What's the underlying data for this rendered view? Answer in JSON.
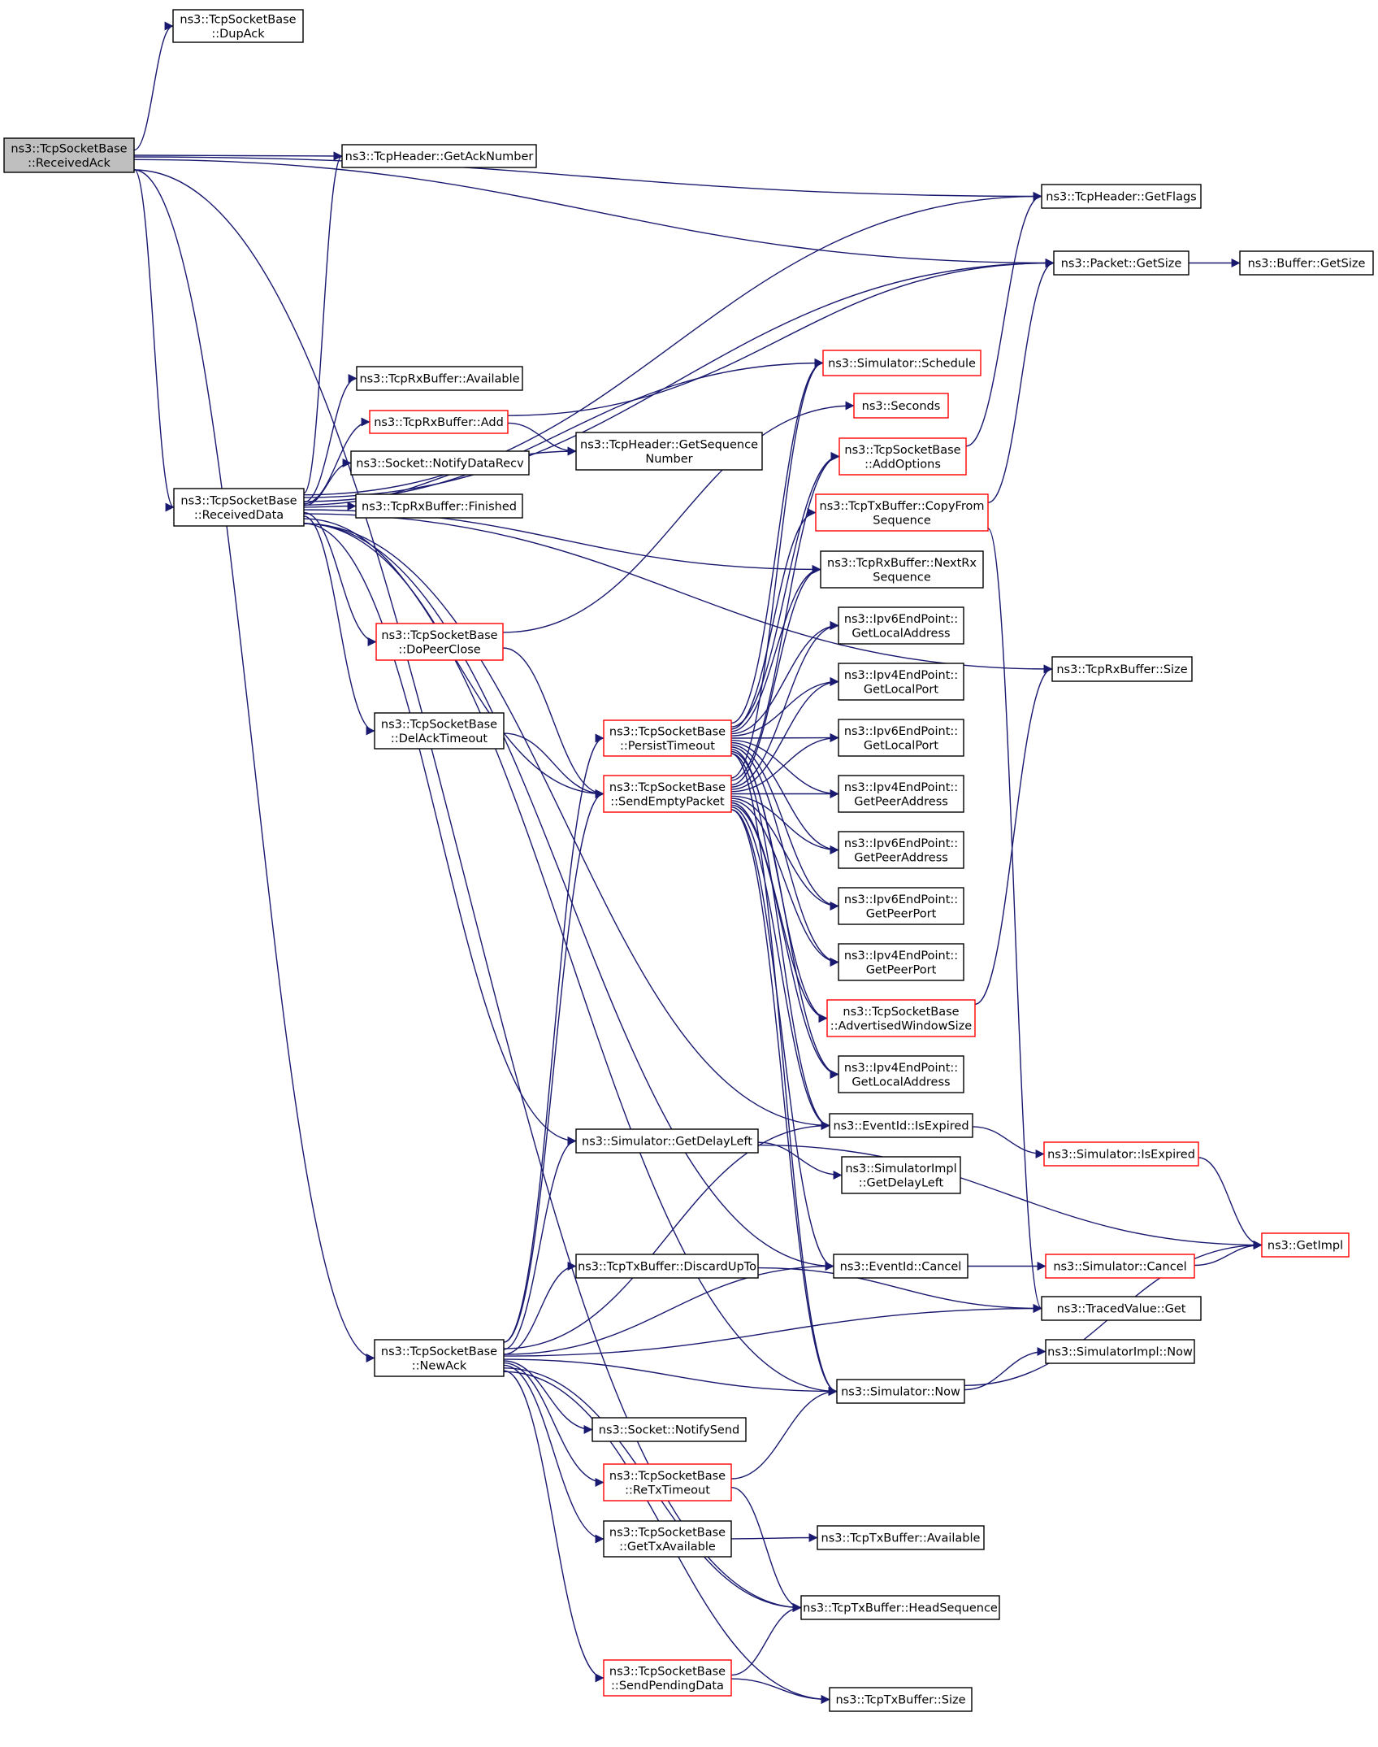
{
  "colors": {
    "edge": "#191970",
    "border_normal": "#000000",
    "border_truncated": "#ff0000",
    "root_fill": "#bfbfbf",
    "node_fill": "#ffffff",
    "text": "#000000"
  },
  "nodes": [
    {
      "id": "n_receivedack",
      "lines": [
        "ns3::TcpSocketBase",
        "::ReceivedAck"
      ],
      "style": "root"
    },
    {
      "id": "n_dupack",
      "lines": [
        "ns3::TcpSocketBase",
        "::DupAck"
      ],
      "style": "normal"
    },
    {
      "id": "n_getacknumber",
      "lines": [
        "ns3::TcpHeader::GetAckNumber"
      ],
      "style": "normal"
    },
    {
      "id": "n_getflags",
      "lines": [
        "ns3::TcpHeader::GetFlags"
      ],
      "style": "normal"
    },
    {
      "id": "n_packet_getsize",
      "lines": [
        "ns3::Packet::GetSize"
      ],
      "style": "normal"
    },
    {
      "id": "n_buffer_getsize",
      "lines": [
        "ns3::Buffer::GetSize"
      ],
      "style": "normal"
    },
    {
      "id": "n_schedule",
      "lines": [
        "ns3::Simulator::Schedule"
      ],
      "style": "truncated"
    },
    {
      "id": "n_rx_available",
      "lines": [
        "ns3::TcpRxBuffer::Available"
      ],
      "style": "normal"
    },
    {
      "id": "n_seconds",
      "lines": [
        "ns3::Seconds"
      ],
      "style": "truncated"
    },
    {
      "id": "n_rx_add",
      "lines": [
        "ns3::TcpRxBuffer::Add"
      ],
      "style": "truncated"
    },
    {
      "id": "n_addoptions",
      "lines": [
        "ns3::TcpSocketBase",
        "::AddOptions"
      ],
      "style": "truncated"
    },
    {
      "id": "n_getseqnum",
      "lines": [
        "ns3::TcpHeader::GetSequence",
        "Number"
      ],
      "style": "normal"
    },
    {
      "id": "n_notifydatarecv",
      "lines": [
        "ns3::Socket::NotifyDataRecv"
      ],
      "style": "normal"
    },
    {
      "id": "n_receiveddata",
      "lines": [
        "ns3::TcpSocketBase",
        "::ReceivedData"
      ],
      "style": "normal"
    },
    {
      "id": "n_rx_finished",
      "lines": [
        "ns3::TcpRxBuffer::Finished"
      ],
      "style": "normal"
    },
    {
      "id": "n_copyfromseq",
      "lines": [
        "ns3::TcpTxBuffer::CopyFrom",
        "Sequence"
      ],
      "style": "truncated"
    },
    {
      "id": "n_nextrxseq",
      "lines": [
        "ns3::TcpRxBuffer::NextRx",
        "Sequence"
      ],
      "style": "normal"
    },
    {
      "id": "n_doPeerclose",
      "lines": [
        "ns3::TcpSocketBase",
        "::DoPeerClose"
      ],
      "style": "truncated"
    },
    {
      "id": "n_ipv6_getlocaladdr",
      "lines": [
        "ns3::Ipv6EndPoint::",
        "GetLocalAddress"
      ],
      "style": "normal"
    },
    {
      "id": "n_rx_size",
      "lines": [
        "ns3::TcpRxBuffer::Size"
      ],
      "style": "normal"
    },
    {
      "id": "n_ipv4_getlocalport",
      "lines": [
        "ns3::Ipv4EndPoint::",
        "GetLocalPort"
      ],
      "style": "normal"
    },
    {
      "id": "n_delacktimeout",
      "lines": [
        "ns3::TcpSocketBase",
        "::DelAckTimeout"
      ],
      "style": "normal"
    },
    {
      "id": "n_persisttimeout",
      "lines": [
        "ns3::TcpSocketBase",
        "::PersistTimeout"
      ],
      "style": "truncated"
    },
    {
      "id": "n_ipv6_getlocalport",
      "lines": [
        "ns3::Ipv6EndPoint::",
        "GetLocalPort"
      ],
      "style": "normal"
    },
    {
      "id": "n_sendemptypacket",
      "lines": [
        "ns3::TcpSocketBase",
        "::SendEmptyPacket"
      ],
      "style": "truncated"
    },
    {
      "id": "n_ipv4_getpeeraddr",
      "lines": [
        "ns3::Ipv4EndPoint::",
        "GetPeerAddress"
      ],
      "style": "normal"
    },
    {
      "id": "n_ipv6_getpeeraddr",
      "lines": [
        "ns3::Ipv6EndPoint::",
        "GetPeerAddress"
      ],
      "style": "normal"
    },
    {
      "id": "n_ipv6_getpeerport",
      "lines": [
        "ns3::Ipv6EndPoint::",
        "GetPeerPort"
      ],
      "style": "normal"
    },
    {
      "id": "n_ipv4_getpeerport",
      "lines": [
        "ns3::Ipv4EndPoint::",
        "GetPeerPort"
      ],
      "style": "normal"
    },
    {
      "id": "n_advwinsize",
      "lines": [
        "ns3::TcpSocketBase",
        "::AdvertisedWindowSize"
      ],
      "style": "truncated"
    },
    {
      "id": "n_ipv4_getlocaladdr",
      "lines": [
        "ns3::Ipv4EndPoint::",
        "GetLocalAddress"
      ],
      "style": "normal"
    },
    {
      "id": "n_eventid_isexpired",
      "lines": [
        "ns3::EventId::IsExpired"
      ],
      "style": "normal"
    },
    {
      "id": "n_getdelayleft",
      "lines": [
        "ns3::Simulator::GetDelayLeft"
      ],
      "style": "normal"
    },
    {
      "id": "n_sim_isexpired",
      "lines": [
        "ns3::Simulator::IsExpired"
      ],
      "style": "truncated"
    },
    {
      "id": "n_simimpl_getdelayleft",
      "lines": [
        "ns3::SimulatorImpl",
        "::GetDelayLeft"
      ],
      "style": "normal"
    },
    {
      "id": "n_getimpl",
      "lines": [
        "ns3::GetImpl"
      ],
      "style": "truncated"
    },
    {
      "id": "n_discardupto",
      "lines": [
        "ns3::TcpTxBuffer::DiscardUpTo"
      ],
      "style": "normal"
    },
    {
      "id": "n_eventid_cancel",
      "lines": [
        "ns3::EventId::Cancel"
      ],
      "style": "normal"
    },
    {
      "id": "n_sim_cancel",
      "lines": [
        "ns3::Simulator::Cancel"
      ],
      "style": "truncated"
    },
    {
      "id": "n_tracedvalue_get",
      "lines": [
        "ns3::TracedValue::Get"
      ],
      "style": "normal"
    },
    {
      "id": "n_newack",
      "lines": [
        "ns3::TcpSocketBase",
        "::NewAck"
      ],
      "style": "normal"
    },
    {
      "id": "n_simimpl_now",
      "lines": [
        "ns3::SimulatorImpl::Now"
      ],
      "style": "normal"
    },
    {
      "id": "n_sim_now",
      "lines": [
        "ns3::Simulator::Now"
      ],
      "style": "normal"
    },
    {
      "id": "n_notifysend",
      "lines": [
        "ns3::Socket::NotifySend"
      ],
      "style": "normal"
    },
    {
      "id": "n_retxtimeout",
      "lines": [
        "ns3::TcpSocketBase",
        "::ReTxTimeout"
      ],
      "style": "truncated"
    },
    {
      "id": "n_gettxavailable",
      "lines": [
        "ns3::TcpSocketBase",
        "::GetTxAvailable"
      ],
      "style": "normal"
    },
    {
      "id": "n_tx_available",
      "lines": [
        "ns3::TcpTxBuffer::Available"
      ],
      "style": "normal"
    },
    {
      "id": "n_headsequence",
      "lines": [
        "ns3::TcpTxBuffer::HeadSequence"
      ],
      "style": "normal"
    },
    {
      "id": "n_sendpendingdata",
      "lines": [
        "ns3::TcpSocketBase",
        "::SendPendingData"
      ],
      "style": "truncated"
    },
    {
      "id": "n_tx_size",
      "lines": [
        "ns3::TcpTxBuffer::Size"
      ],
      "style": "normal"
    }
  ],
  "edges": [
    [
      "n_receivedack",
      "n_dupack"
    ],
    [
      "n_receivedack",
      "n_getacknumber"
    ],
    [
      "n_receivedack",
      "n_getflags"
    ],
    [
      "n_receivedack",
      "n_packet_getsize"
    ],
    [
      "n_receivedack",
      "n_receiveddata"
    ],
    [
      "n_receivedack",
      "n_newack"
    ],
    [
      "n_receivedack",
      "n_headsequence"
    ],
    [
      "n_packet_getsize",
      "n_buffer_getsize"
    ],
    [
      "n_receiveddata",
      "n_getacknumber"
    ],
    [
      "n_receiveddata",
      "n_getflags"
    ],
    [
      "n_receiveddata",
      "n_packet_getsize"
    ],
    [
      "n_receiveddata",
      "n_schedule"
    ],
    [
      "n_receiveddata",
      "n_rx_available"
    ],
    [
      "n_receiveddata",
      "n_rx_add"
    ],
    [
      "n_receiveddata",
      "n_notifydatarecv"
    ],
    [
      "n_receiveddata",
      "n_rx_finished"
    ],
    [
      "n_receiveddata",
      "n_getseqnum"
    ],
    [
      "n_receiveddata",
      "n_nextrxseq"
    ],
    [
      "n_receiveddata",
      "n_doPeerclose"
    ],
    [
      "n_receiveddata",
      "n_delacktimeout"
    ],
    [
      "n_receiveddata",
      "n_sendemptypacket"
    ],
    [
      "n_receiveddata",
      "n_eventid_isexpired"
    ],
    [
      "n_receiveddata",
      "n_getdelayleft"
    ],
    [
      "n_receiveddata",
      "n_eventid_cancel"
    ],
    [
      "n_receiveddata",
      "n_sim_now"
    ],
    [
      "n_rx_add",
      "n_packet_getsize"
    ],
    [
      "n_rx_add",
      "n_getseqnum"
    ],
    [
      "n_doPeerclose",
      "n_seconds"
    ],
    [
      "n_doPeerclose",
      "n_sendemptypacket"
    ],
    [
      "n_delacktimeout",
      "n_sendemptypacket"
    ],
    [
      "n_addoptions",
      "n_getflags"
    ],
    [
      "n_copyfromseq",
      "n_packet_getsize"
    ],
    [
      "n_copyfromseq",
      "n_tracedvalue_get"
    ],
    [
      "n_persisttimeout",
      "n_schedule"
    ],
    [
      "n_persisttimeout",
      "n_addoptions"
    ],
    [
      "n_persisttimeout",
      "n_copyfromseq"
    ],
    [
      "n_persisttimeout",
      "n_nextrxseq"
    ],
    [
      "n_persisttimeout",
      "n_ipv6_getlocaladdr"
    ],
    [
      "n_persisttimeout",
      "n_ipv4_getlocalport"
    ],
    [
      "n_persisttimeout",
      "n_ipv6_getlocalport"
    ],
    [
      "n_persisttimeout",
      "n_ipv4_getpeeraddr"
    ],
    [
      "n_persisttimeout",
      "n_ipv6_getpeeraddr"
    ],
    [
      "n_persisttimeout",
      "n_ipv6_getpeerport"
    ],
    [
      "n_persisttimeout",
      "n_ipv4_getpeerport"
    ],
    [
      "n_persisttimeout",
      "n_advwinsize"
    ],
    [
      "n_persisttimeout",
      "n_ipv4_getlocaladdr"
    ],
    [
      "n_persisttimeout",
      "n_eventid_isexpired"
    ],
    [
      "n_persisttimeout",
      "n_sim_now"
    ],
    [
      "n_sendemptypacket",
      "n_schedule"
    ],
    [
      "n_sendemptypacket",
      "n_addoptions"
    ],
    [
      "n_sendemptypacket",
      "n_nextrxseq"
    ],
    [
      "n_sendemptypacket",
      "n_ipv6_getlocaladdr"
    ],
    [
      "n_sendemptypacket",
      "n_ipv4_getlocalport"
    ],
    [
      "n_sendemptypacket",
      "n_ipv6_getlocalport"
    ],
    [
      "n_sendemptypacket",
      "n_ipv4_getpeeraddr"
    ],
    [
      "n_sendemptypacket",
      "n_ipv6_getpeeraddr"
    ],
    [
      "n_sendemptypacket",
      "n_ipv6_getpeerport"
    ],
    [
      "n_sendemptypacket",
      "n_ipv4_getpeerport"
    ],
    [
      "n_sendemptypacket",
      "n_advwinsize"
    ],
    [
      "n_sendemptypacket",
      "n_ipv4_getlocaladdr"
    ],
    [
      "n_sendemptypacket",
      "n_eventid_isexpired"
    ],
    [
      "n_sendemptypacket",
      "n_eventid_cancel"
    ],
    [
      "n_sendemptypacket",
      "n_sim_now"
    ],
    [
      "n_advwinsize",
      "n_rx_size"
    ],
    [
      "n_eventid_isexpired",
      "n_sim_isexpired"
    ],
    [
      "n_sim_isexpired",
      "n_getimpl"
    ],
    [
      "n_getdelayleft",
      "n_simimpl_getdelayleft"
    ],
    [
      "n_getdelayleft",
      "n_getimpl"
    ],
    [
      "n_eventid_cancel",
      "n_sim_cancel"
    ],
    [
      "n_sim_cancel",
      "n_getimpl"
    ],
    [
      "n_discardupto",
      "n_tracedvalue_get"
    ],
    [
      "n_sim_now",
      "n_simimpl_now"
    ],
    [
      "n_sim_now",
      "n_getimpl"
    ],
    [
      "n_newack",
      "n_persisttimeout"
    ],
    [
      "n_newack",
      "n_sendemptypacket"
    ],
    [
      "n_newack",
      "n_eventid_isexpired"
    ],
    [
      "n_newack",
      "n_getdelayleft"
    ],
    [
      "n_newack",
      "n_discardupto"
    ],
    [
      "n_newack",
      "n_eventid_cancel"
    ],
    [
      "n_newack",
      "n_tracedvalue_get"
    ],
    [
      "n_newack",
      "n_sim_now"
    ],
    [
      "n_newack",
      "n_notifysend"
    ],
    [
      "n_newack",
      "n_retxtimeout"
    ],
    [
      "n_newack",
      "n_gettxavailable"
    ],
    [
      "n_newack",
      "n_headsequence"
    ],
    [
      "n_newack",
      "n_sendpendingdata"
    ],
    [
      "n_newack",
      "n_tx_size"
    ],
    [
      "n_retxtimeout",
      "n_sim_now"
    ],
    [
      "n_retxtimeout",
      "n_headsequence"
    ],
    [
      "n_gettxavailable",
      "n_tx_available"
    ],
    [
      "n_sendpendingdata",
      "n_headsequence"
    ],
    [
      "n_sendpendingdata",
      "n_tx_size"
    ],
    [
      "n_receiveddata",
      "n_rx_size"
    ]
  ]
}
